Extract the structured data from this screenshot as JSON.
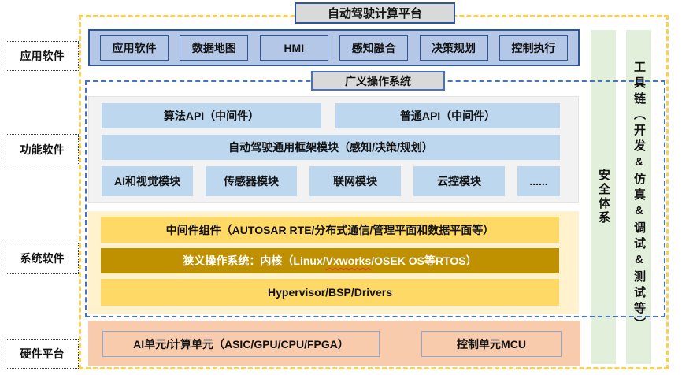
{
  "title": "自动驾驶计算平台",
  "os_label": "广义操作系统",
  "left_labels": [
    "应用软件",
    "功能软件",
    "系统软件",
    "硬件平台"
  ],
  "app_row": {
    "items": [
      "应用软件",
      "数据地图",
      "HMI",
      "感知融合",
      "决策规划",
      "控制执行"
    ]
  },
  "functional": {
    "api_left": "算法API（中间件）",
    "api_right": "普通API（中间件）",
    "framework": "自动驾驶通用框架模块（感知/决策/规划）",
    "modules": [
      "AI和视觉模块",
      "传感器模块",
      "联网模块",
      "云控模块"
    ],
    "more": "......"
  },
  "system": {
    "middleware": "中间件组件（AUTOSAR RTE/分布式通信/管理平面和数据平面等）",
    "kernel_parts": [
      "狭义操作系统：内核（Linux/",
      "Vxworks",
      "/OSEK OS等RTOS）"
    ],
    "hypervisor": "Hypervisor/BSP/Drivers"
  },
  "hardware": {
    "compute_unit": "AI单元/计算单元（ASIC/GPU/CPU/FPGA）",
    "control_unit": "控制单元MCU"
  },
  "sidebars": {
    "security": "安全体系",
    "toolchain": "工具链（开发&仿真&调试&测试等）"
  },
  "colors": {
    "outer_dashed": "#FBCF51",
    "os_dashed": "#4472C4",
    "chip_gray": "#D9D9D9",
    "app_blue": "#B4C7E7",
    "app_border": "#2F5597",
    "module_blue": "#BDD7EE",
    "system_cream": "#FFF2CC",
    "system_gold": "#FFD966",
    "kernel_dark_gold": "#BF9000",
    "hardware_salmon": "#F8CBAD",
    "hardware_box_border": "#8FAADC",
    "sidebar_green": "#E2EFDA"
  }
}
